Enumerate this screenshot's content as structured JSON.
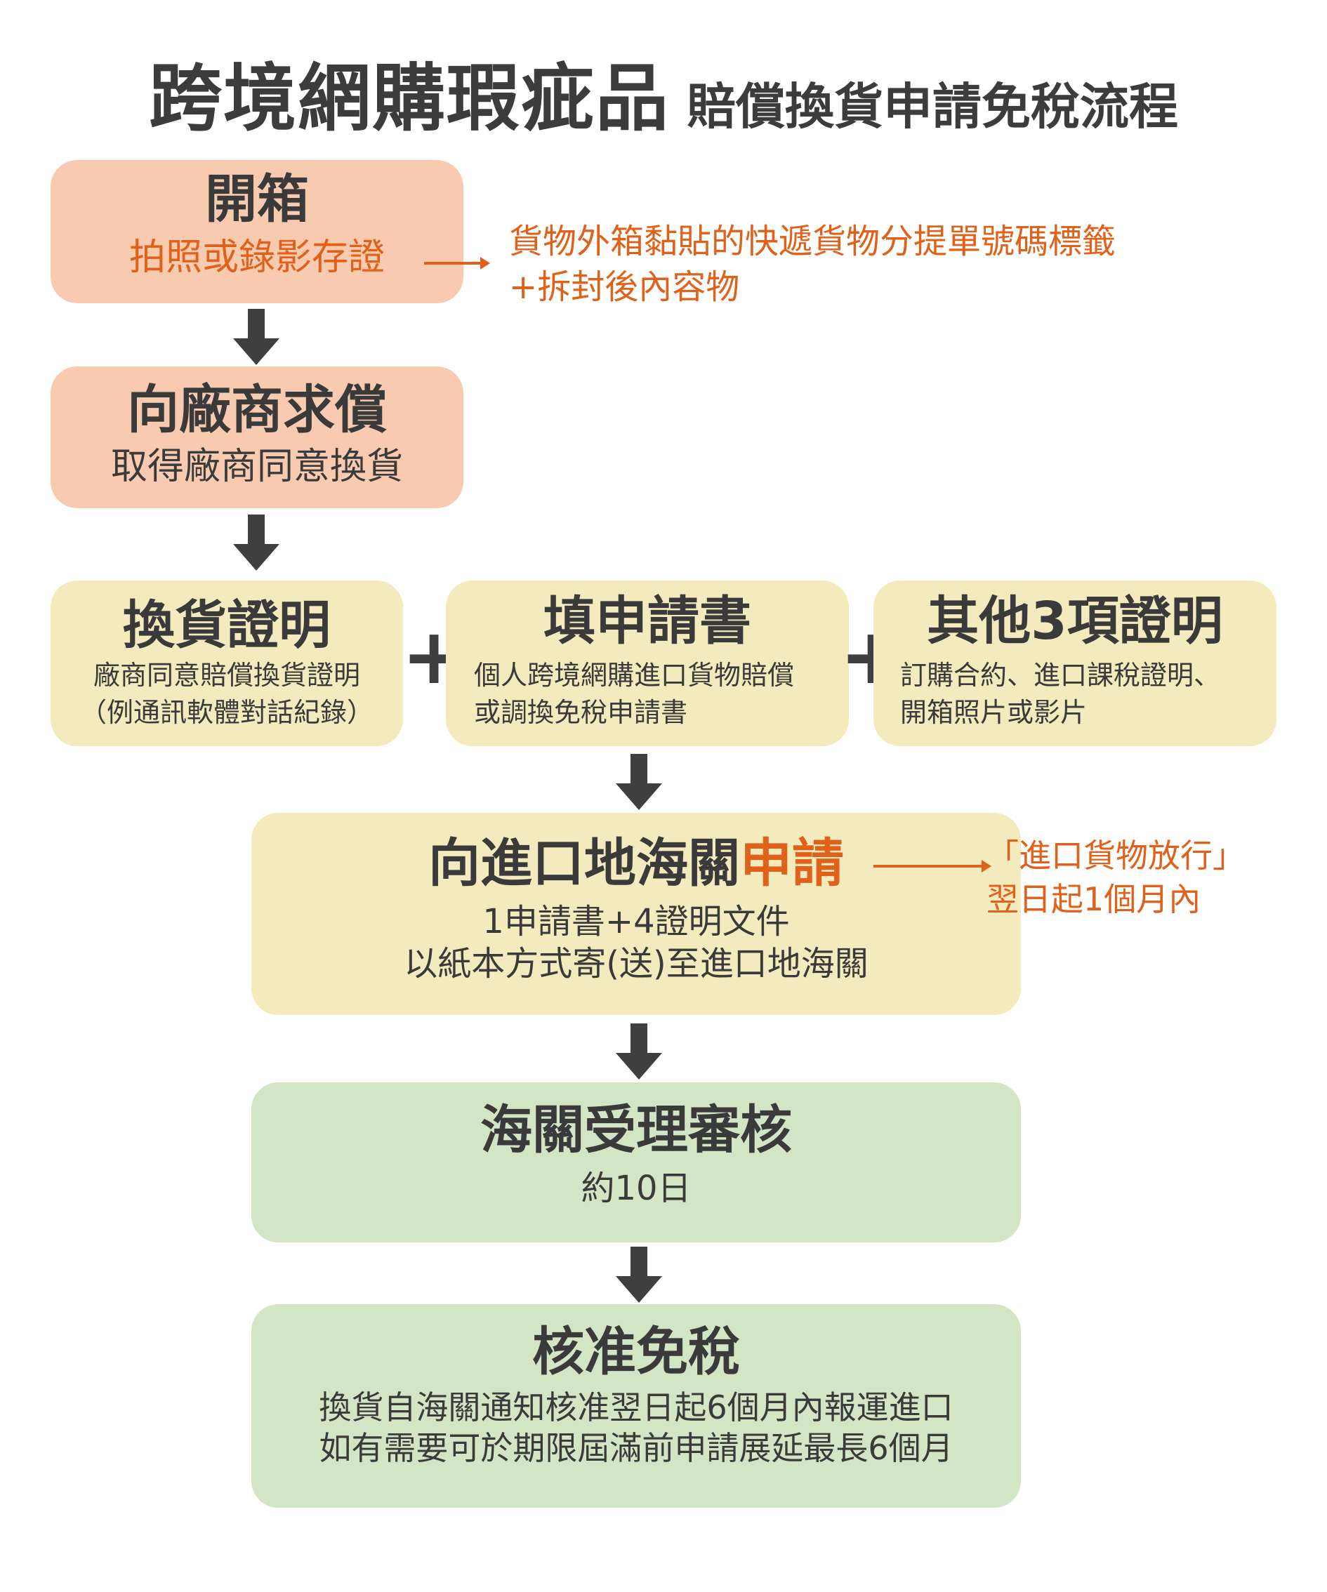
{
  "title": {
    "main": "跨境網購瑕疵品",
    "sub": "賠償換貨申請免稅流程"
  },
  "step_open": {
    "title": "開箱",
    "subtitle": "拍照或錄影存證"
  },
  "step_open_note": {
    "line1": "貨物外箱黏貼的快遞貨物分提單號碼標籤",
    "line2": "+拆封後內容物"
  },
  "step_claim": {
    "title": "向廠商求償",
    "subtitle": "取得廠商同意換貨"
  },
  "doc_exchange": {
    "title": "換貨證明",
    "line1": "廠商同意賠償換貨證明",
    "line2": "（例通訊軟體對話紀錄）"
  },
  "doc_form": {
    "title": "填申請書",
    "line1": "個人跨境網購進口貨物賠償",
    "line2": "或調換免稅申請書"
  },
  "doc_other": {
    "title": "其他3項證明",
    "line1": "訂購合約、進口課稅證明、",
    "line2": "開箱照片或影片"
  },
  "plus_symbol": "+",
  "step_apply": {
    "title_prefix": "向進口地海關",
    "title_highlight": "申請",
    "line1": "1申請書+4證明文件",
    "line2": "以紙本方式寄(送)至進口地海關"
  },
  "step_apply_note": {
    "line1": "「進口貨物放行」",
    "line2": "翌日起1個月內"
  },
  "step_review": {
    "title": "海關受理審核",
    "subtitle": "約10日"
  },
  "step_approve": {
    "title": "核准免稅",
    "line1": "換貨自海關通知核准翌日起6個月內報運進口",
    "line2": "如有需要可於期限屆滿前申請展延最長6個月"
  },
  "colors": {
    "peach": "#f8cbb0",
    "yellow": "#f3ebbd",
    "green": "#d2e6c6",
    "accent": "#e0621a",
    "text": "#3a3a3a"
  }
}
